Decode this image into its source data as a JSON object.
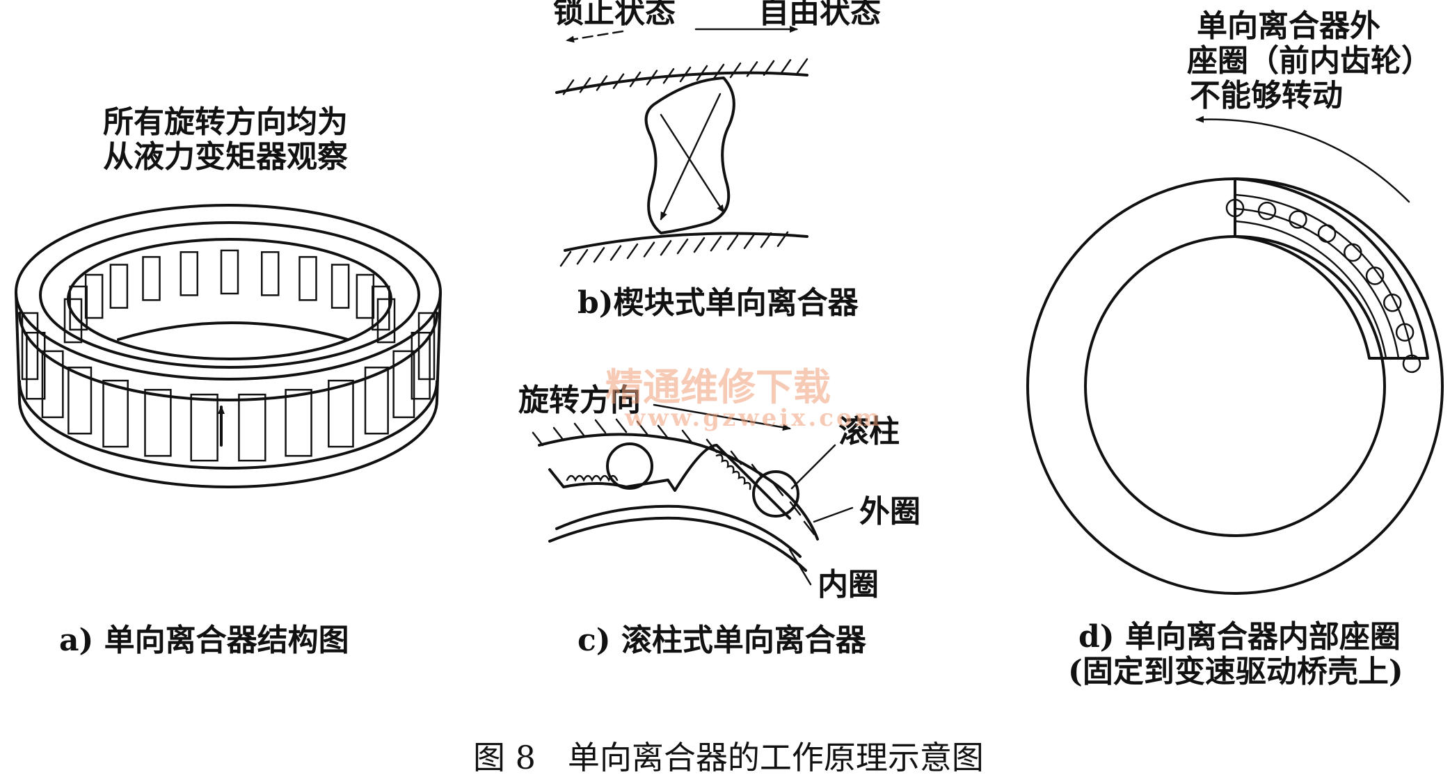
{
  "labels": {
    "rotation_note_line1": "所有旋转方向均为",
    "rotation_note_line2": "从液力变矩器观察",
    "locked_state": "锁止状态",
    "free_state": "自由状态",
    "outer_race_line1": "单向离合器外",
    "outer_race_line2": "座圈（前内齿轮）",
    "outer_race_line3": "不能够转动",
    "rotation_direction": "旋转方向",
    "roller": "滚柱",
    "outer_ring": "外圈",
    "inner_ring": "内圈"
  },
  "captions": {
    "a": "a) 单向离合器结构图",
    "b": "b)楔块式单向离合器",
    "c": "c) 滚柱式单向离合器",
    "d_line1": "d) 单向离合器内部座圈",
    "d_line2": "(固定到变速驱动桥壳上)"
  },
  "figure_title": "图 8　单向离合器的工作原理示意图",
  "watermark": {
    "line1": "精通维修下载",
    "line2": "www.gzweix.com",
    "color": "#f0a07a"
  }
}
